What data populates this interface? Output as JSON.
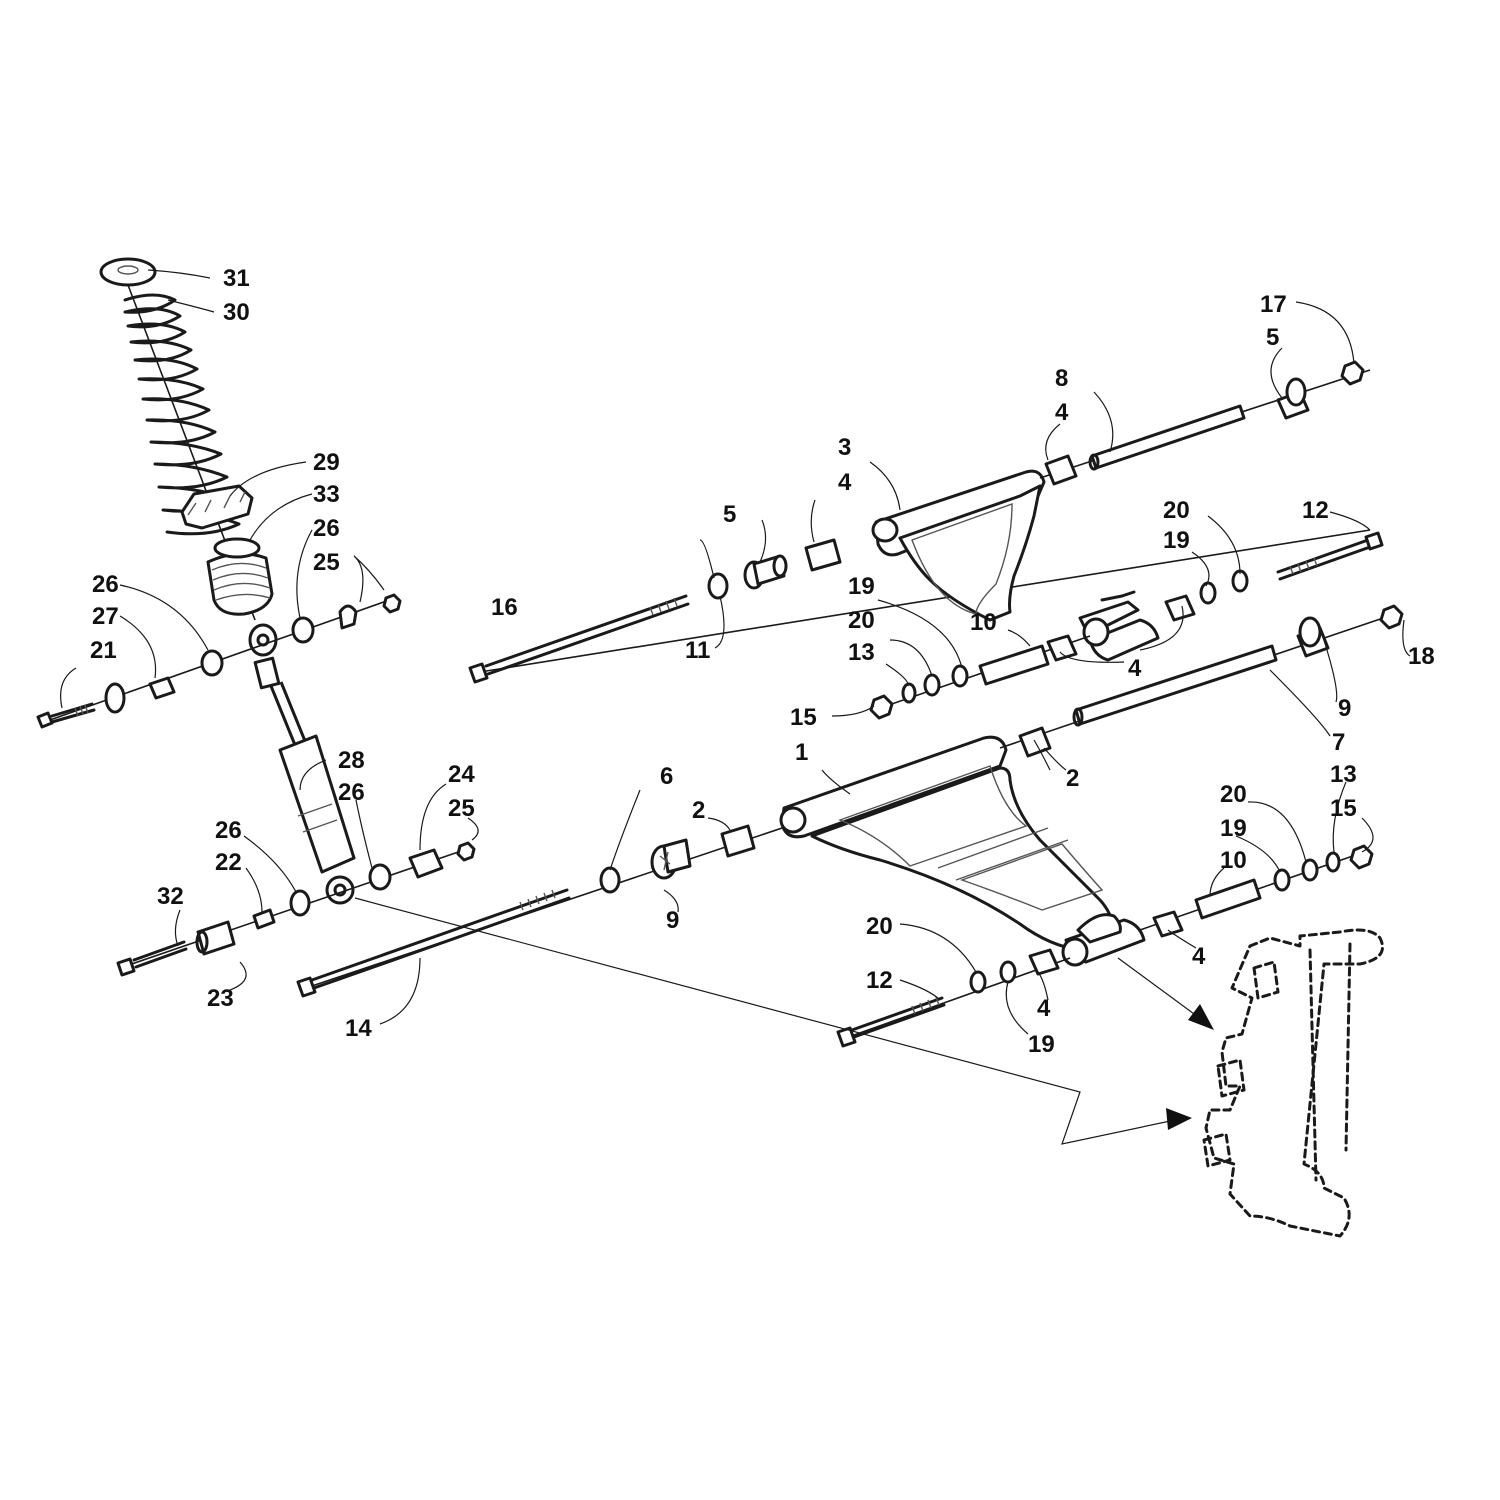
{
  "callouts": {
    "c31": "31",
    "c30": "30",
    "c29": "29",
    "c33": "33",
    "c26a": "26",
    "c25a": "25",
    "c26b": "26",
    "c27": "27",
    "c21": "21",
    "c16": "16",
    "c11": "11",
    "c5a": "5",
    "c4a": "4",
    "c3": "3",
    "c4b": "4",
    "c8": "8",
    "c5b": "5",
    "c17": "17",
    "c20a": "20",
    "c19a": "19",
    "c12a": "12",
    "c19b": "19",
    "c20b": "20",
    "c13a": "13",
    "c10a": "10",
    "c4c": "4",
    "c15a": "15",
    "c18": "18",
    "c9a": "9",
    "c7": "7",
    "c28": "28",
    "c26c": "26",
    "c24": "24",
    "c25b": "25",
    "c26d": "26",
    "c22": "22",
    "c32": "32",
    "c23": "23",
    "c6": "6",
    "c2a": "2",
    "c9b": "9",
    "c1": "1",
    "c2b": "2",
    "c20c": "20",
    "c19c": "19",
    "c13b": "13",
    "c15b": "15",
    "c10b": "10",
    "c4d": "4",
    "c20d": "20",
    "c12b": "12",
    "c4e": "4",
    "c19d": "19",
    "c14": "14"
  }
}
